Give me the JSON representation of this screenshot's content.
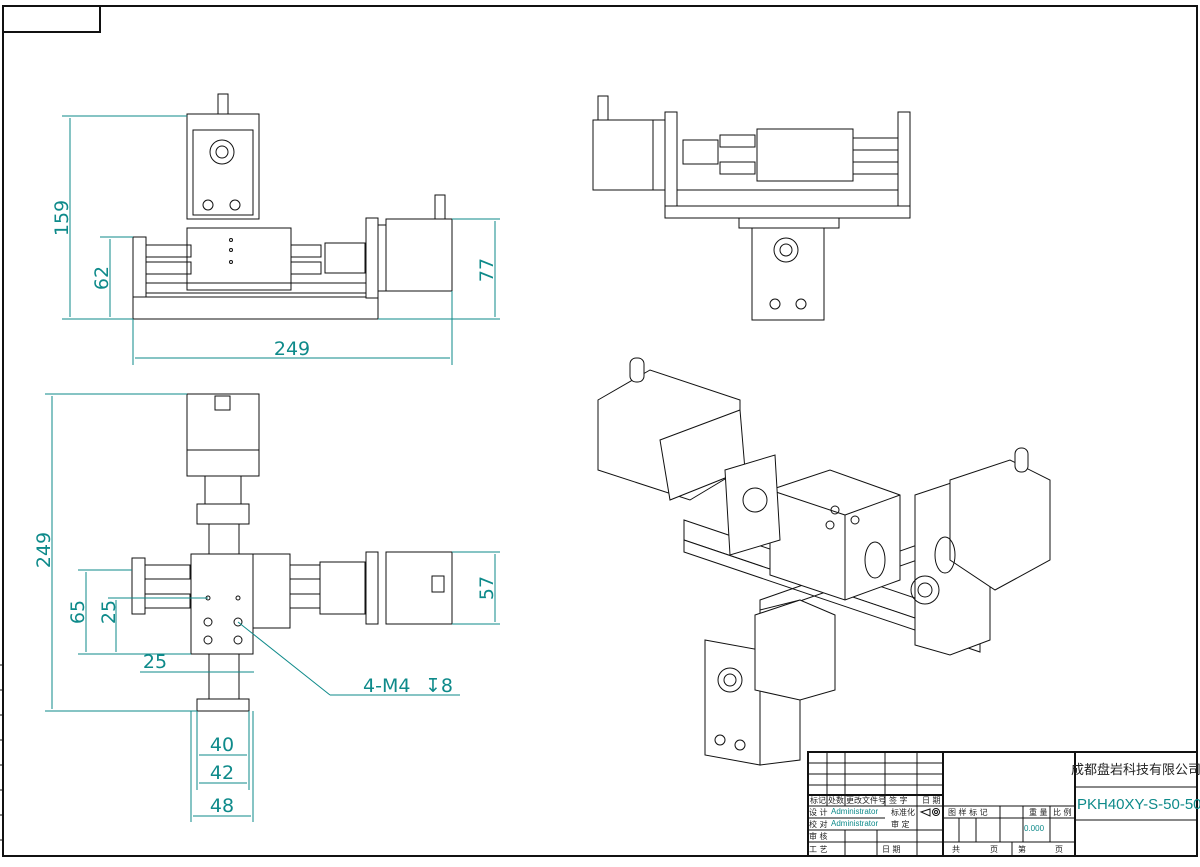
{
  "dimensions": {
    "front_height_total": "159",
    "front_height_lower": "62",
    "front_motor_height": "77",
    "front_width": "249",
    "top_length": "249",
    "top_offset_65": "65",
    "top_offset_25v": "25",
    "top_offset_25h": "25",
    "top_motor_57": "57",
    "hole_callout": "4-M4",
    "hole_depth": "↧8",
    "width_40": "40",
    "width_42": "42",
    "width_48": "48"
  },
  "title_block": {
    "company": "成都盘岩科技有限公司",
    "part_number": "PKH40XY-S-50-50",
    "headers": [
      "标记",
      "处数",
      "更改文件号",
      "签 字",
      "日 期"
    ],
    "design_label": "设 计",
    "check_label": "校 对",
    "review_label": "审 核",
    "process_label": "工 艺",
    "designer": "Administrator",
    "checker": "Administrator",
    "standardization_label": "标准化",
    "approve_label": "审 定",
    "date_label": "日 期",
    "drawing_mark_label": "图 样 标 记",
    "weight_label": "重 量",
    "scale_label": "比 例",
    "weight_value": "0.000",
    "total_pages_label": "共",
    "page_label": "页",
    "sheet_label": "第",
    "sheet_page_label": "页"
  }
}
